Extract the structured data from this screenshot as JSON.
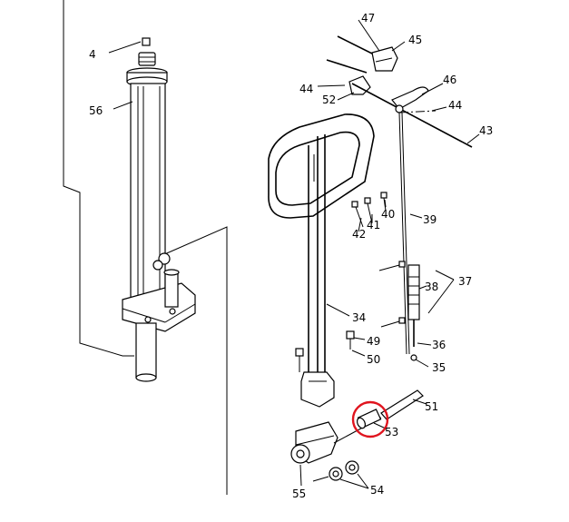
{
  "diagram": {
    "labels": {
      "p4": "4",
      "p56": "56",
      "p47": "47",
      "p45": "45",
      "p44a": "44",
      "p52": "52",
      "p46": "46",
      "p44b": "44",
      "p43": "43",
      "p40": "40",
      "p41": "41",
      "p42": "42",
      "p39": "39",
      "p37": "37",
      "p38": "38",
      "p34": "34",
      "p49": "49",
      "p50": "50",
      "p36": "36",
      "p35": "35",
      "p51": "51",
      "p53": "53",
      "p54": "54",
      "p55": "55"
    },
    "highlight": {
      "part": "53",
      "color": "#e0141e"
    },
    "line_color": "#000000"
  }
}
